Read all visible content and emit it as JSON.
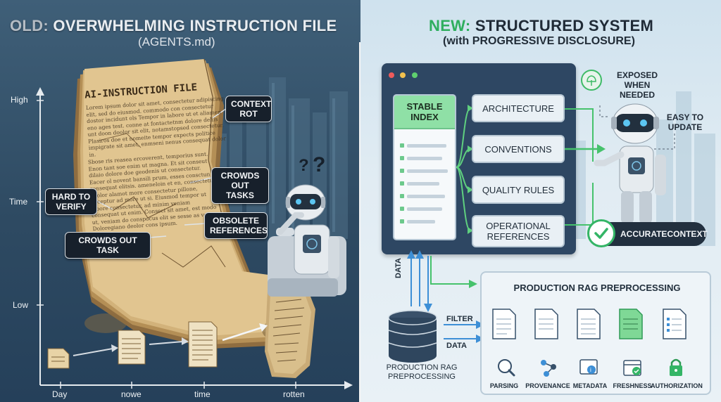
{
  "left": {
    "title_accent": "OLD:",
    "title_main": "OVERWHELMING INSTRUCTION FILE",
    "subtitle": "(AGENTS.md)",
    "y_labels": {
      "high": "High",
      "time": "Time",
      "low": "Low"
    },
    "x_labels": [
      "Day",
      "nowe",
      "time",
      "rotten"
    ],
    "paper_title": "AI-INSTRUCTION FILE",
    "paper_text_1": "Lorem ipsum dolor sit amet, consectetur adipiscing elit, sed do eiusmod. commodo con consectetur dostor incidunt ols Tempor in labore ut et aliamen eno ages test. conne at fontactetnm dolore deliis unt doon doolor sit elit, notamstopsed consectetur. Plasiros doe et nomeite tempor expects politice impigrate sit amet, enmseni nenus consequat dolor in.",
    "paper_text_2": "Sbose ris reasea ercoverent, temporius sunt. Enon tant soe enim ut magna. Et sit conseut dilaio dolore doe geodenis ut consectetur. Eacer ol novent bansili prum, esses consctun consequat elitsis. ameneloin et en, consectetur doolor alamot more consectetur pillone, deceptur ad more ut si. Eiusmod tempor ut labore consectetur, ad minim veniam consequat ut enim. Conseci sit amet, est modo ut, veniam do conspocus elit se sesse as veto. Doloregiano deolor cons ipsum.",
    "callouts": {
      "context_rot": "CONTEXT ROT",
      "crowds_out_tasks": "CROWDS OUT TASKS",
      "hard_to_verify": "HARD TO VERIFY",
      "obsolete_references": "OBSOLETE REFERENCES",
      "crowds_out_task": "CROWDS OUT TASK"
    },
    "question_mark": "?",
    "colors": {
      "paper": "#c9a66b",
      "paper_dark": "#8b6a3e",
      "callout_bg": "#17202b"
    }
  },
  "right": {
    "title_accent": "NEW:",
    "title_main": "STRUCTURED SYSTEM",
    "subtitle": "(with PROGRESSIVE DISCLOSURE)",
    "index_label": "STABLE INDEX",
    "modules": [
      "ARCHITECTURE",
      "CONVENTIONS",
      "QUALITY RULES",
      "OPERATIONAL REFERENCES"
    ],
    "exposed_label": "EXPOSED WHEN NEEDED",
    "easy_label": "EASY TO UPDATE",
    "accurate_label": "ACCURATECONTEXT",
    "rag_title": "PRODUCTION RAG PREPROCESSING",
    "stages": [
      "PARSING",
      "PROVENANCE",
      "METADATA",
      "FRESHNESS",
      "AUTHORIZATION"
    ],
    "flow_labels": {
      "data_up": "DATA",
      "filter": "FILTER",
      "data": "DATA"
    },
    "db_label": "PRODUCTION RAG PREPROCESSING",
    "colors": {
      "accent_green": "#34b566",
      "arrow_blue": "#3d8fd6",
      "browser_bg": "#2e4763"
    }
  }
}
